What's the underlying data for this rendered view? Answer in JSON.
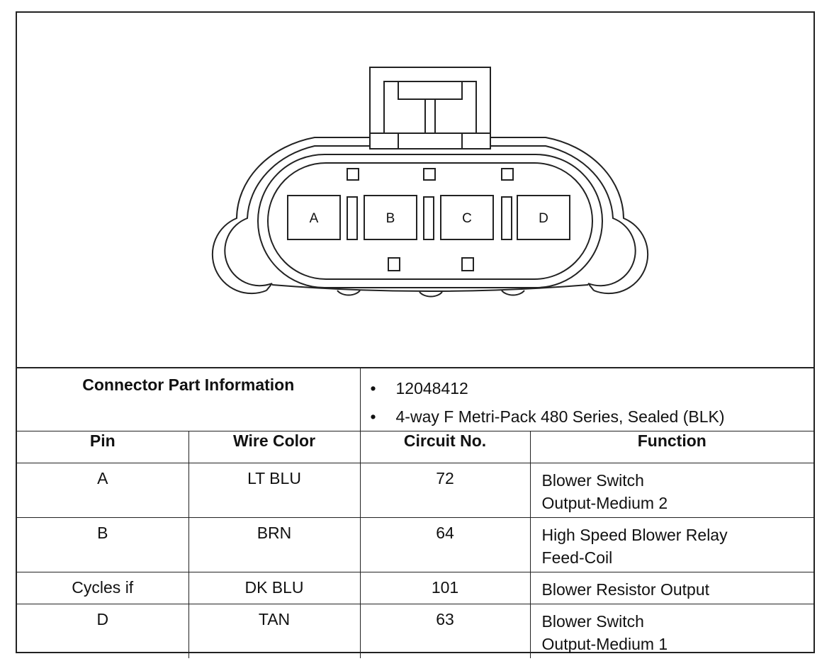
{
  "connector": {
    "pins": [
      "A",
      "B",
      "C",
      "D"
    ]
  },
  "part_info": {
    "label": "Connector Part Information",
    "items": [
      "12048412",
      "4-way F Metri-Pack 480 Series, Sealed (BLK)"
    ]
  },
  "table": {
    "headers": [
      "Pin",
      "Wire Color",
      "Circuit No.",
      "Function"
    ],
    "rows": [
      {
        "pin": "A",
        "wire_color": "LT BLU",
        "circuit": "72",
        "function": [
          "Blower Switch",
          "Output-Medium 2"
        ]
      },
      {
        "pin": "B",
        "wire_color": "BRN",
        "circuit": "64",
        "function": [
          "High Speed Blower Relay",
          "Feed-Coil"
        ]
      },
      {
        "pin": "Cycles if",
        "wire_color": "DK BLU",
        "circuit": "101",
        "function": [
          "Blower Resistor Output"
        ]
      },
      {
        "pin": "D",
        "wire_color": "TAN",
        "circuit": "63",
        "function": [
          "Blower Switch",
          "Output-Medium 1"
        ]
      }
    ]
  }
}
